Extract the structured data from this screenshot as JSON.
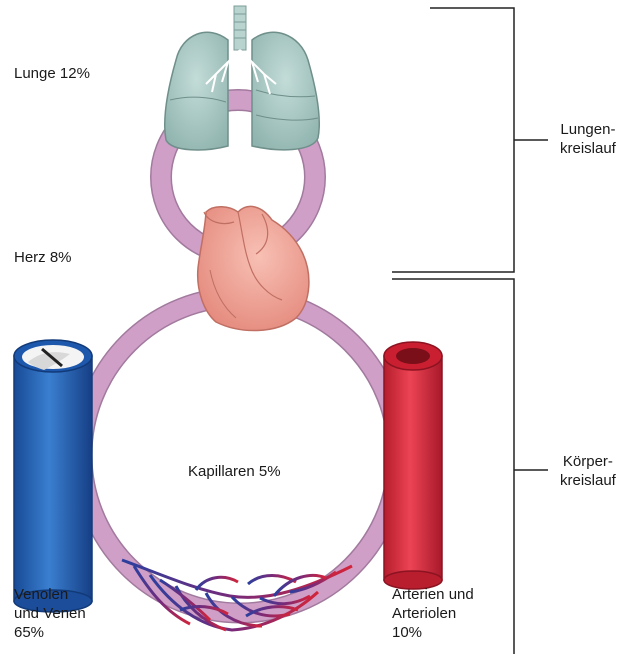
{
  "labels": {
    "lunge": "Lunge 12%",
    "herz": "Herz 8%",
    "kapillaren": "Kapillaren 5%",
    "venen": [
      "Venolen",
      "und Venen",
      "65%"
    ],
    "arterien": [
      "Arterien und",
      "Arteriolen",
      "10%"
    ],
    "lungenkreislauf": [
      "Lungen-",
      "kreislauf"
    ],
    "koerperkreislauf": [
      "Körper-",
      "kreislauf"
    ]
  },
  "colors": {
    "vessel_ring": "#cf9fc8",
    "vessel_ring_stroke": "#a27a9e",
    "vein_blue": "#2563b8",
    "artery_red": "#d42a3a",
    "lung_fill": "#a9c8c4",
    "heart_fill": "#f2a596",
    "bracket": "#222222"
  }
}
